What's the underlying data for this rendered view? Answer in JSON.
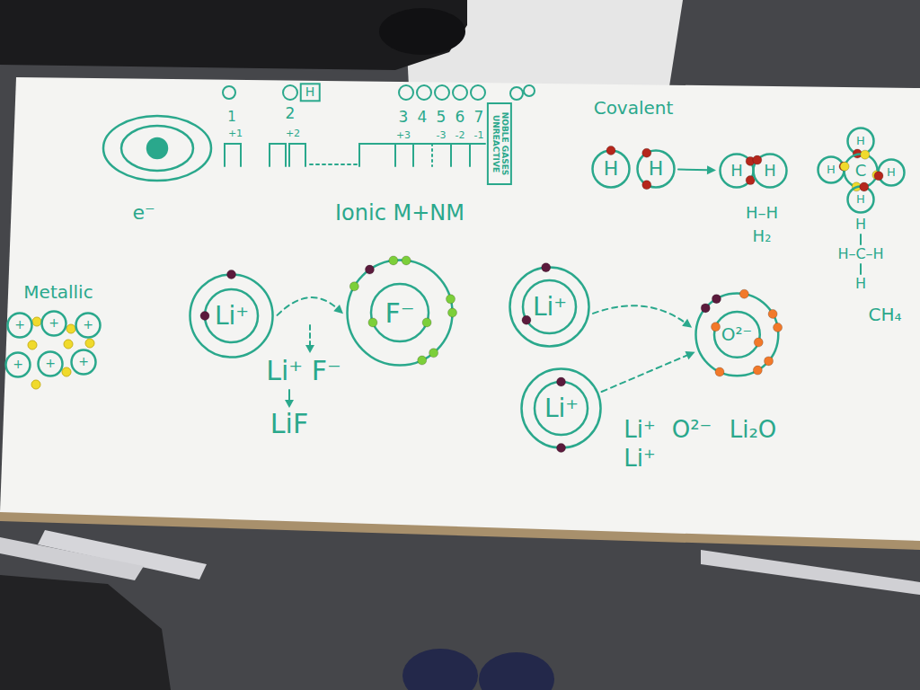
{
  "diagram": {
    "nodes": [
      {
        "text": [
          "H"
        ]
      },
      {
        "text": [
          "NOBLE GASES UNREACTIVE"
        ]
      },
      {
        "text": [
          "H"
        ]
      },
      {
        "text": [
          "H"
        ]
      },
      {
        "text": [
          "H"
        ]
      },
      {
        "text": [
          "H"
        ]
      },
      {
        "text": [
          "H"
        ]
      },
      {
        "text": [
          "H"
        ]
      },
      {
        "text": [
          "C"
        ]
      },
      {
        "text": [
          "H"
        ]
      },
      {
        "text": [
          "H"
        ]
      },
      {
        "text": [
          "+"
        ]
      },
      {
        "text": [
          "+"
        ]
      },
      {
        "text": [
          "+"
        ]
      },
      {
        "text": [
          "+"
        ]
      },
      {
        "text": [
          "+"
        ]
      },
      {
        "text": [
          "+"
        ]
      },
      {
        "text": [
          "Li⁺"
        ]
      },
      {
        "text": [
          "F⁻"
        ]
      },
      {
        "text": [
          "Li⁺"
        ]
      },
      {
        "text": [
          "O²⁻"
        ]
      },
      {
        "text": [
          "Li⁺"
        ]
      }
    ],
    "edges": [
      {
        "from": 3,
        "to": 4,
        "arrow": "to"
      },
      {
        "from": 17,
        "to": 18,
        "arrow": "to"
      },
      {
        "from": 19,
        "to": 20,
        "arrow": "to"
      },
      {
        "from": 21,
        "to": 20,
        "arrow": "to"
      }
    ],
    "labels": [
      "e⁻",
      "1",
      "2",
      "3",
      "4",
      "5",
      "6",
      "7",
      "+1",
      "+2",
      "+3",
      "-3",
      "-2",
      "-1",
      "Ionic M+NM",
      "Covalent",
      "Metallic",
      "Li⁺ F⁻",
      "LiF",
      "Li⁺",
      "O²⁻",
      "Li₂O",
      "Li⁺",
      "H–H",
      "H₂",
      "H",
      "H–C–H",
      "H",
      "CH₄"
    ]
  }
}
